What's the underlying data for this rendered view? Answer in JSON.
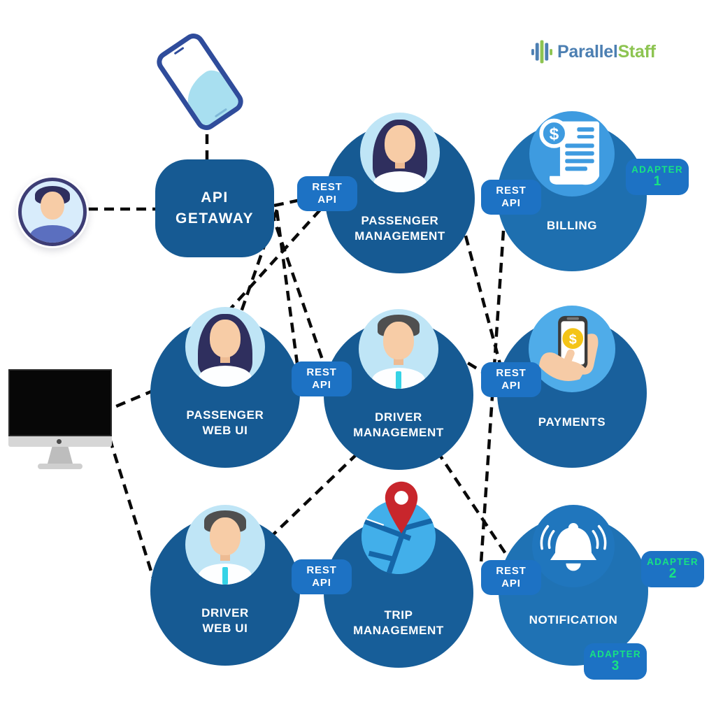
{
  "logo": {
    "text_blue": "Parallel",
    "text_green": "Staff"
  },
  "gateway": {
    "label": "API\nGETAWAY"
  },
  "badge_rest": {
    "text": "REST\nAPI"
  },
  "adapters": [
    {
      "label": "ADAPTER",
      "number": "1"
    },
    {
      "label": "ADAPTER",
      "number": "2"
    },
    {
      "label": "ADAPTER",
      "number": "3"
    }
  ],
  "nodes": {
    "passenger_management": {
      "label": "PASSENGER\nMANAGEMENT"
    },
    "billing": {
      "label": "BILLING"
    },
    "passenger_web_ui": {
      "label": "PASSENGER\nWEB UI"
    },
    "driver_management": {
      "label": "DRIVER\nMANAGEMENT"
    },
    "payments": {
      "label": "PAYMENTS"
    },
    "driver_web_ui": {
      "label": "DRIVER\nWEB UI"
    },
    "trip_management": {
      "label": "TRIP\nMANAGEMENT"
    },
    "notification": {
      "label": "NOTIFICATION"
    }
  },
  "colors": {
    "circle": "#165A93",
    "circle_billing": "#1E6FAF",
    "circle_payments": "#19609C",
    "circle_notification": "#1F72B4",
    "circle_trip": "#175E99",
    "gateway": "#165A93",
    "badge": "#1D72C4",
    "adapter_text": "#17E383",
    "line": "#0A0A0A",
    "avatar_bg": "#BFE5F6",
    "inner_billing": "#3E9BE0",
    "inner_payments": "#4FACE9",
    "inner_notification": "#2076BD",
    "map_blue": "#42AFEA",
    "pin_red": "#C8262C",
    "logo_blue": "#4C7FB2",
    "logo_green": "#8DC451"
  },
  "connections": [
    [
      296,
      146,
      296,
      228
    ],
    [
      126,
      299,
      222,
      299
    ],
    [
      392,
      294,
      434,
      285
    ],
    [
      458,
      300,
      322,
      450
    ],
    [
      396,
      300,
      340,
      460
    ],
    [
      396,
      302,
      425,
      520
    ],
    [
      388,
      303,
      462,
      517
    ],
    [
      370,
      512,
      427,
      540
    ],
    [
      145,
      590,
      235,
      552
    ],
    [
      150,
      605,
      222,
      836
    ],
    [
      630,
      495,
      695,
      535
    ],
    [
      660,
      315,
      715,
      520
    ],
    [
      720,
      330,
      688,
      805
    ],
    [
      625,
      645,
      730,
      802
    ],
    [
      385,
      770,
      515,
      645
    ]
  ]
}
